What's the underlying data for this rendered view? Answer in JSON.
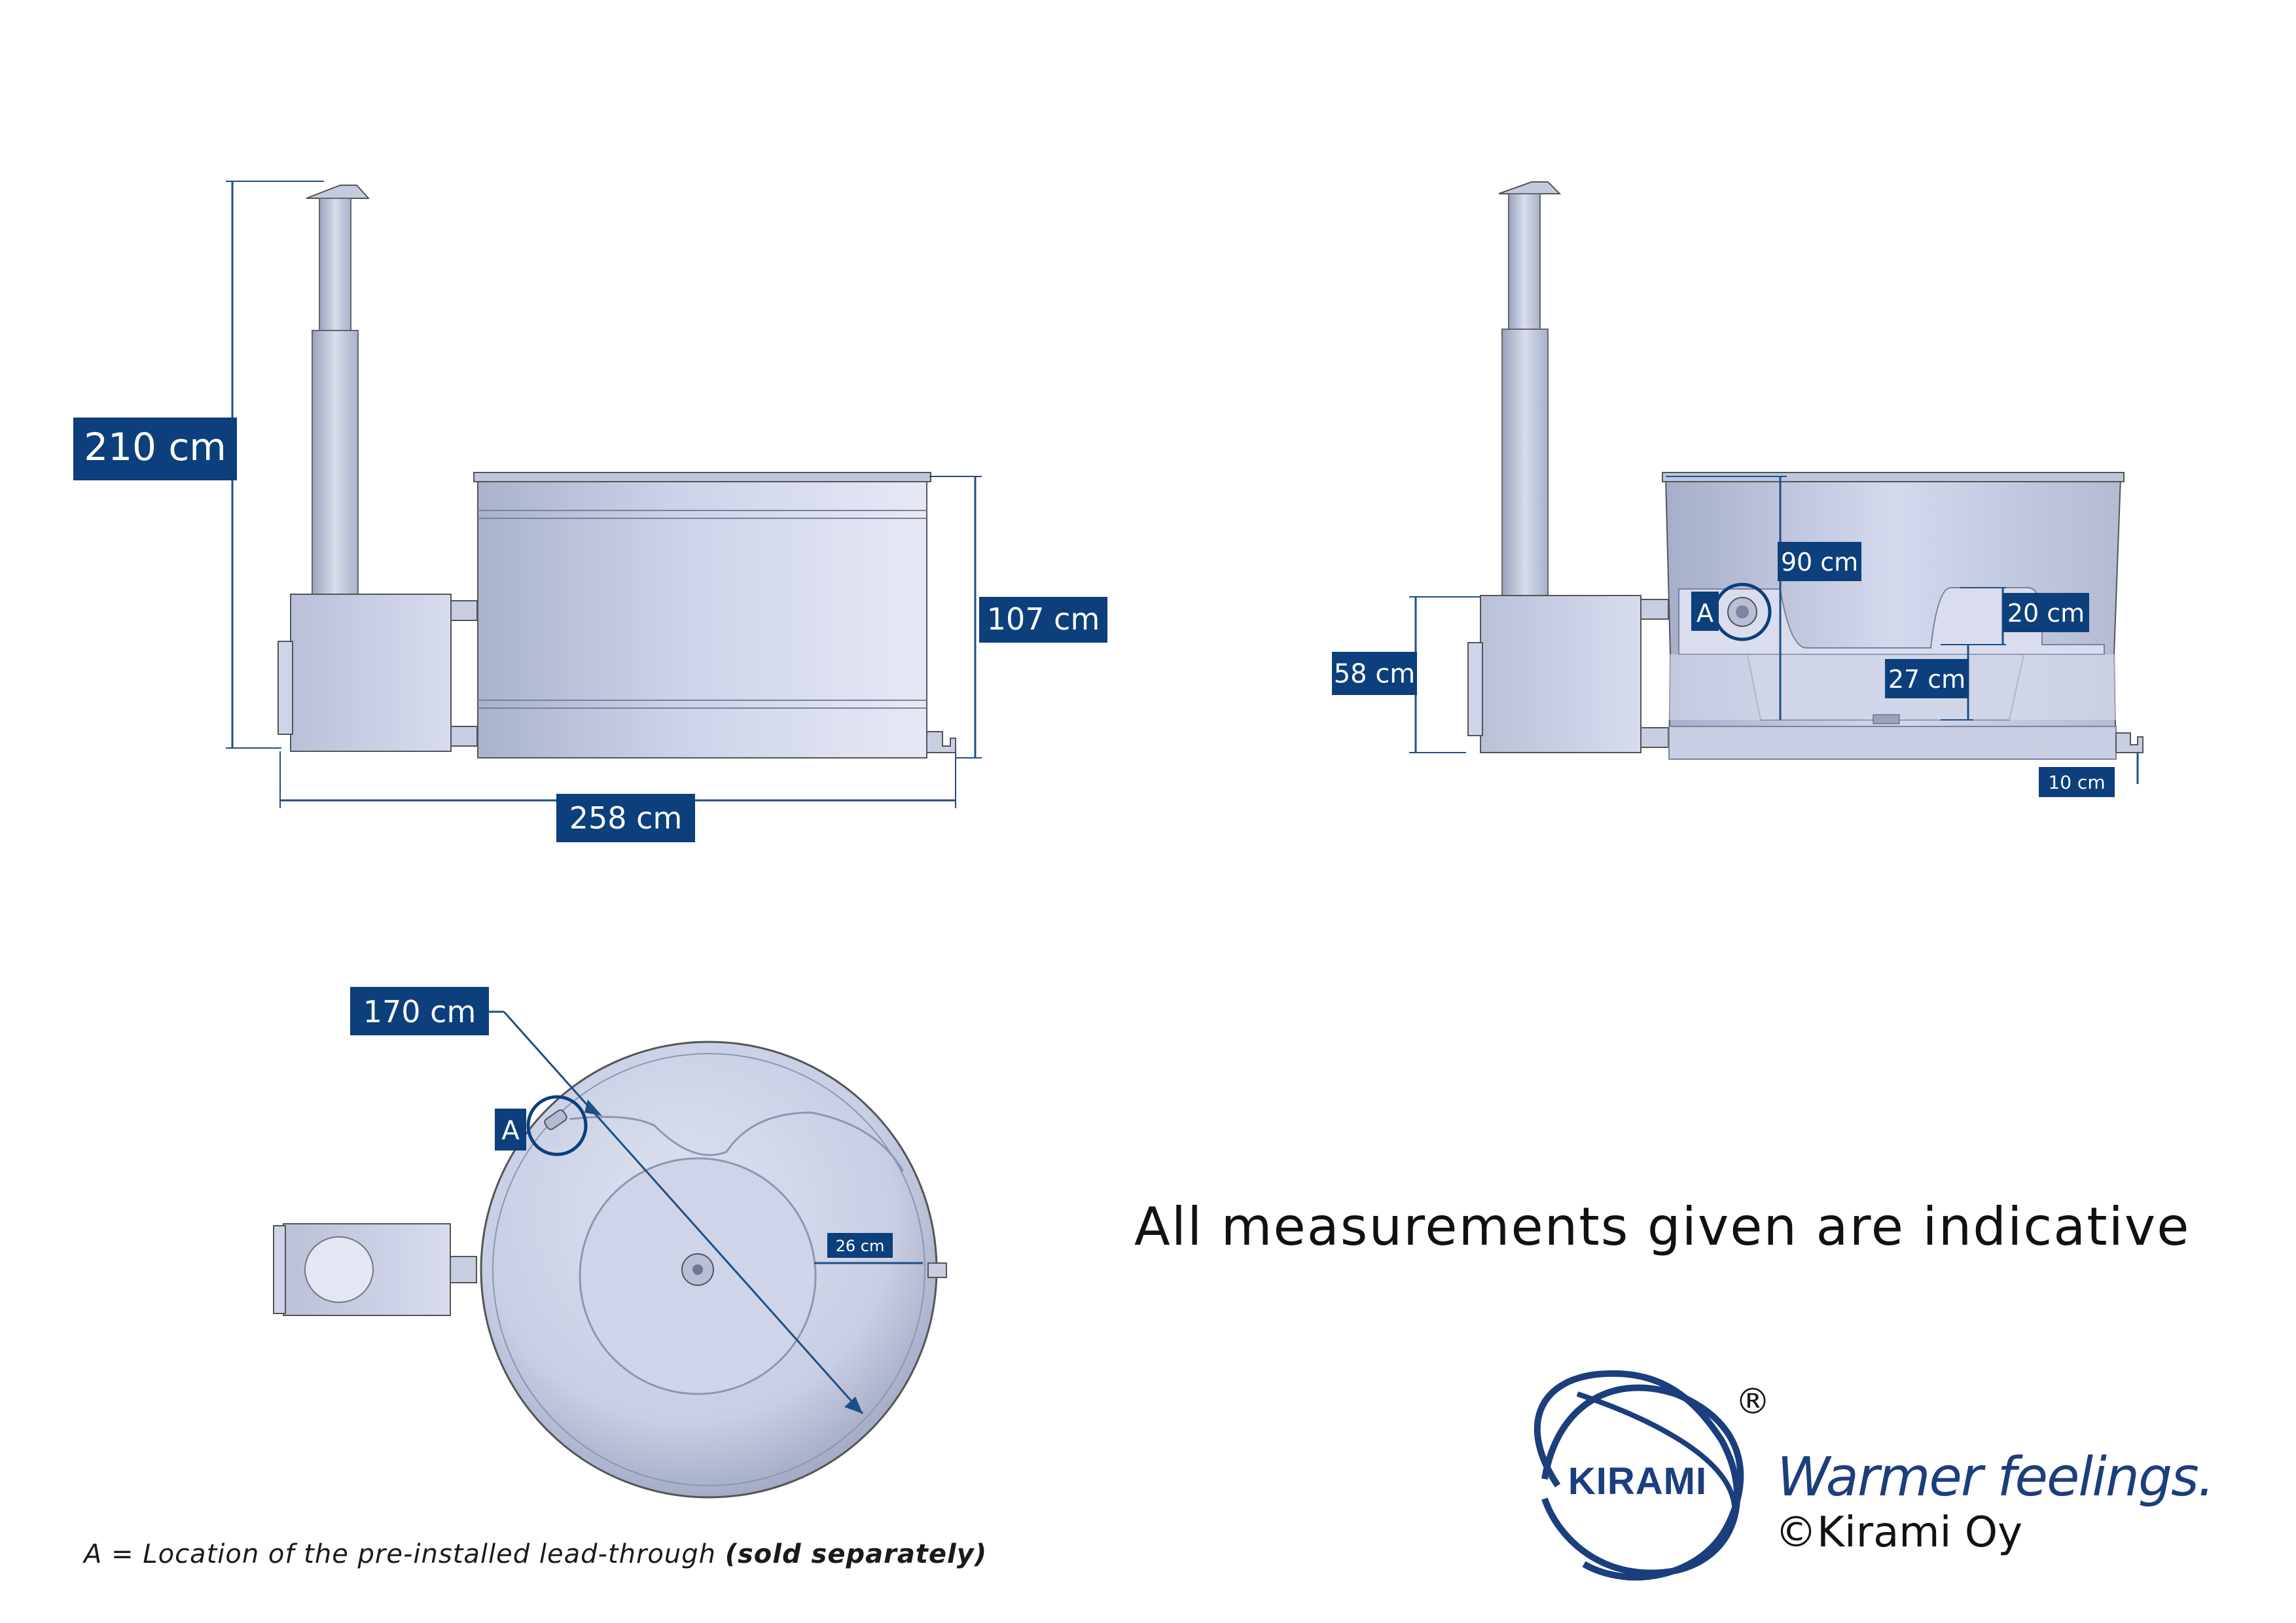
{
  "dimensions": {
    "total_height": "210 cm",
    "tub_height": "107 cm",
    "total_length": "258 cm",
    "stove_height": "58 cm",
    "inner_depth": "90 cm",
    "bench_height": "20 cm",
    "footwell_depth": "27 cm",
    "outlet_height": "10 cm",
    "diameter": "170 cm",
    "bench_width": "26 cm"
  },
  "markers": {
    "lead_through_side": "A",
    "lead_through_top": "A"
  },
  "note": {
    "prefix": "A = Location of the pre-installed lead-through ",
    "bold": "(sold separately)"
  },
  "disclaimer": "All measurements given are indicative",
  "brand": {
    "logo_text": "KIRAMI",
    "registered": "®",
    "tagline": "Warmer feelings.",
    "copyright": "©Kirami Oy"
  },
  "colors": {
    "label_bg": "#0c3f7c",
    "dimension_line": "#1c4f86",
    "brand_blue": "#1b3e7d",
    "steel": "#c9cfe4"
  }
}
